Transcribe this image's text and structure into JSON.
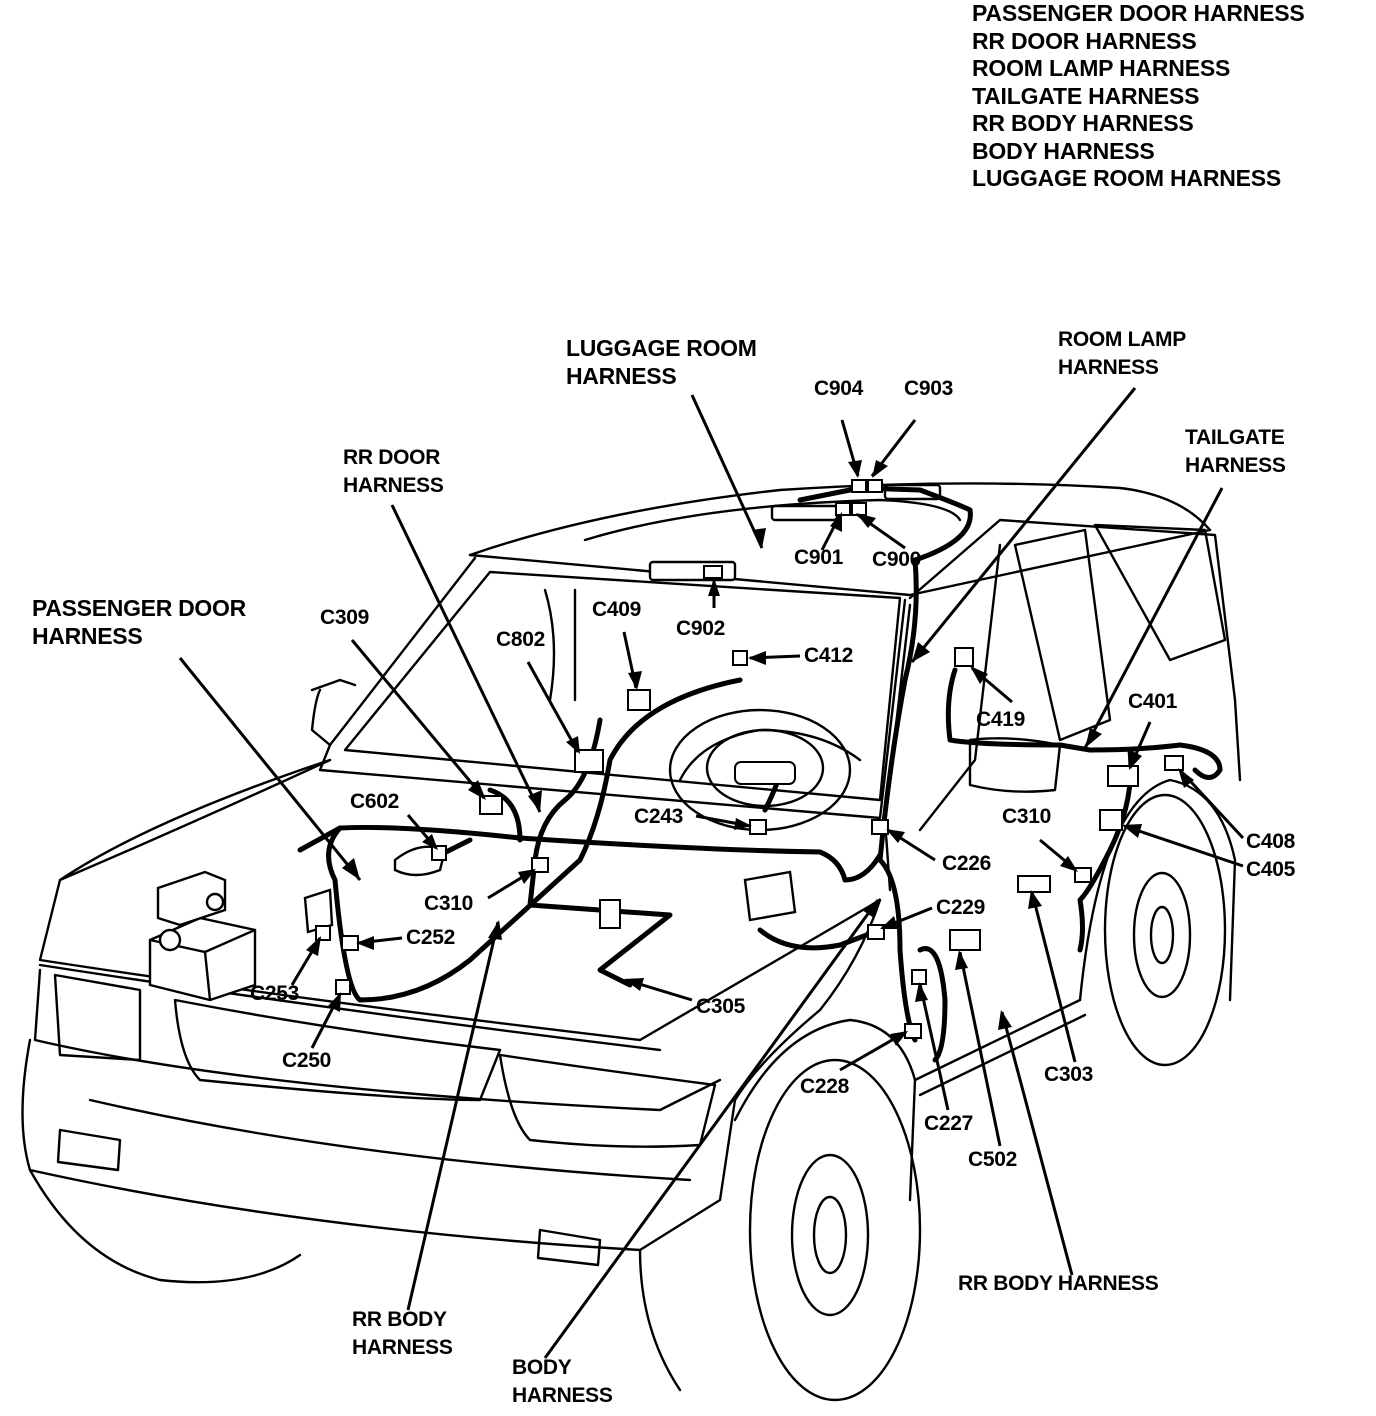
{
  "legend": [
    "PASSENGER DOOR HARNESS",
    "RR DOOR HARNESS",
    "ROOM LAMP HARNESS",
    "TAILGATE HARNESS",
    "RR BODY HARNESS",
    "BODY HARNESS",
    "LUGGAGE ROOM HARNESS"
  ],
  "harness_labels": {
    "luggage_room": "LUGGAGE ROOM\nHARNESS",
    "room_lamp": "ROOM LAMP\nHARNESS",
    "rr_door": "RR DOOR\nHARNESS",
    "tailgate": "TAILGATE\nHARNESS",
    "passenger_door": "PASSENGER DOOR\nHARNESS",
    "rr_body_bottom": "RR BODY\nHARNESS",
    "body_bottom": "BODY\nHARNESS",
    "rr_body_right": "RR BODY HARNESS"
  },
  "connectors": {
    "c904": "C904",
    "c903": "C903",
    "c901": "C901",
    "c900": "C900",
    "c309": "C309",
    "c409": "C409",
    "c802": "C802",
    "c902": "C902",
    "c412": "C412",
    "c419": "C419",
    "c401": "C401",
    "c602": "C602",
    "c243": "C243",
    "c226": "C226",
    "c310_left": "C310",
    "c310_right": "C310",
    "c408": "C408",
    "c405": "C405",
    "c229": "C229",
    "c252": "C252",
    "c253": "C253",
    "c305": "C305",
    "c250": "C250",
    "c228": "C228",
    "c303": "C303",
    "c227": "C227",
    "c502": "C502"
  }
}
